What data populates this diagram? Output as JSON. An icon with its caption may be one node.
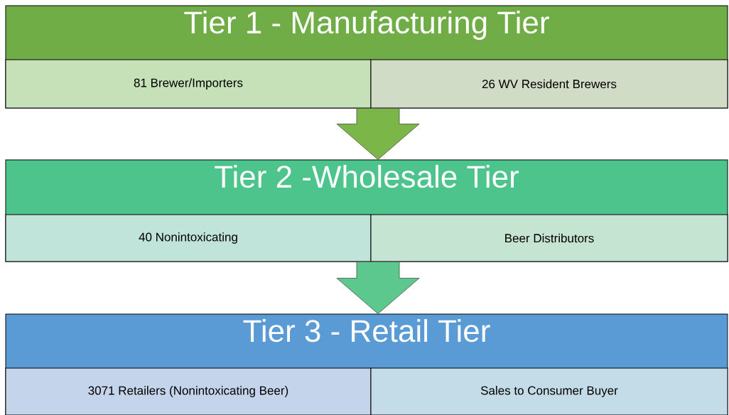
{
  "diagram": {
    "nodes": [
      {
        "text": [
          "Tier 1 - Manufacturing Tier"
        ]
      },
      {
        "text": [
          "81 Brewer/Importers"
        ],
        "in": 0
      },
      {
        "text": [
          "26 WV Resident Brewers"
        ],
        "in": 0
      },
      {
        "text": [
          "Tier 2 -Wholesale Tier"
        ]
      },
      {
        "text": [
          "40 Nonintoxicating"
        ],
        "in": 3
      },
      {
        "text": [
          "Beer Distributors"
        ],
        "in": 3
      },
      {
        "text": [
          "Tier 3 - Retail Tier"
        ]
      },
      {
        "text": [
          "3071 Retailers (Nonintoxicating Beer)"
        ],
        "in": 6
      },
      {
        "text": [
          "Sales to Consumer Buyer"
        ],
        "in": 6
      }
    ],
    "edges": [
      {
        "from": 0,
        "to": 3,
        "arrow": "to",
        "color": "#7ab648"
      },
      {
        "from": 3,
        "to": 6,
        "arrow": "to",
        "color": "#5cc88e"
      }
    ]
  }
}
